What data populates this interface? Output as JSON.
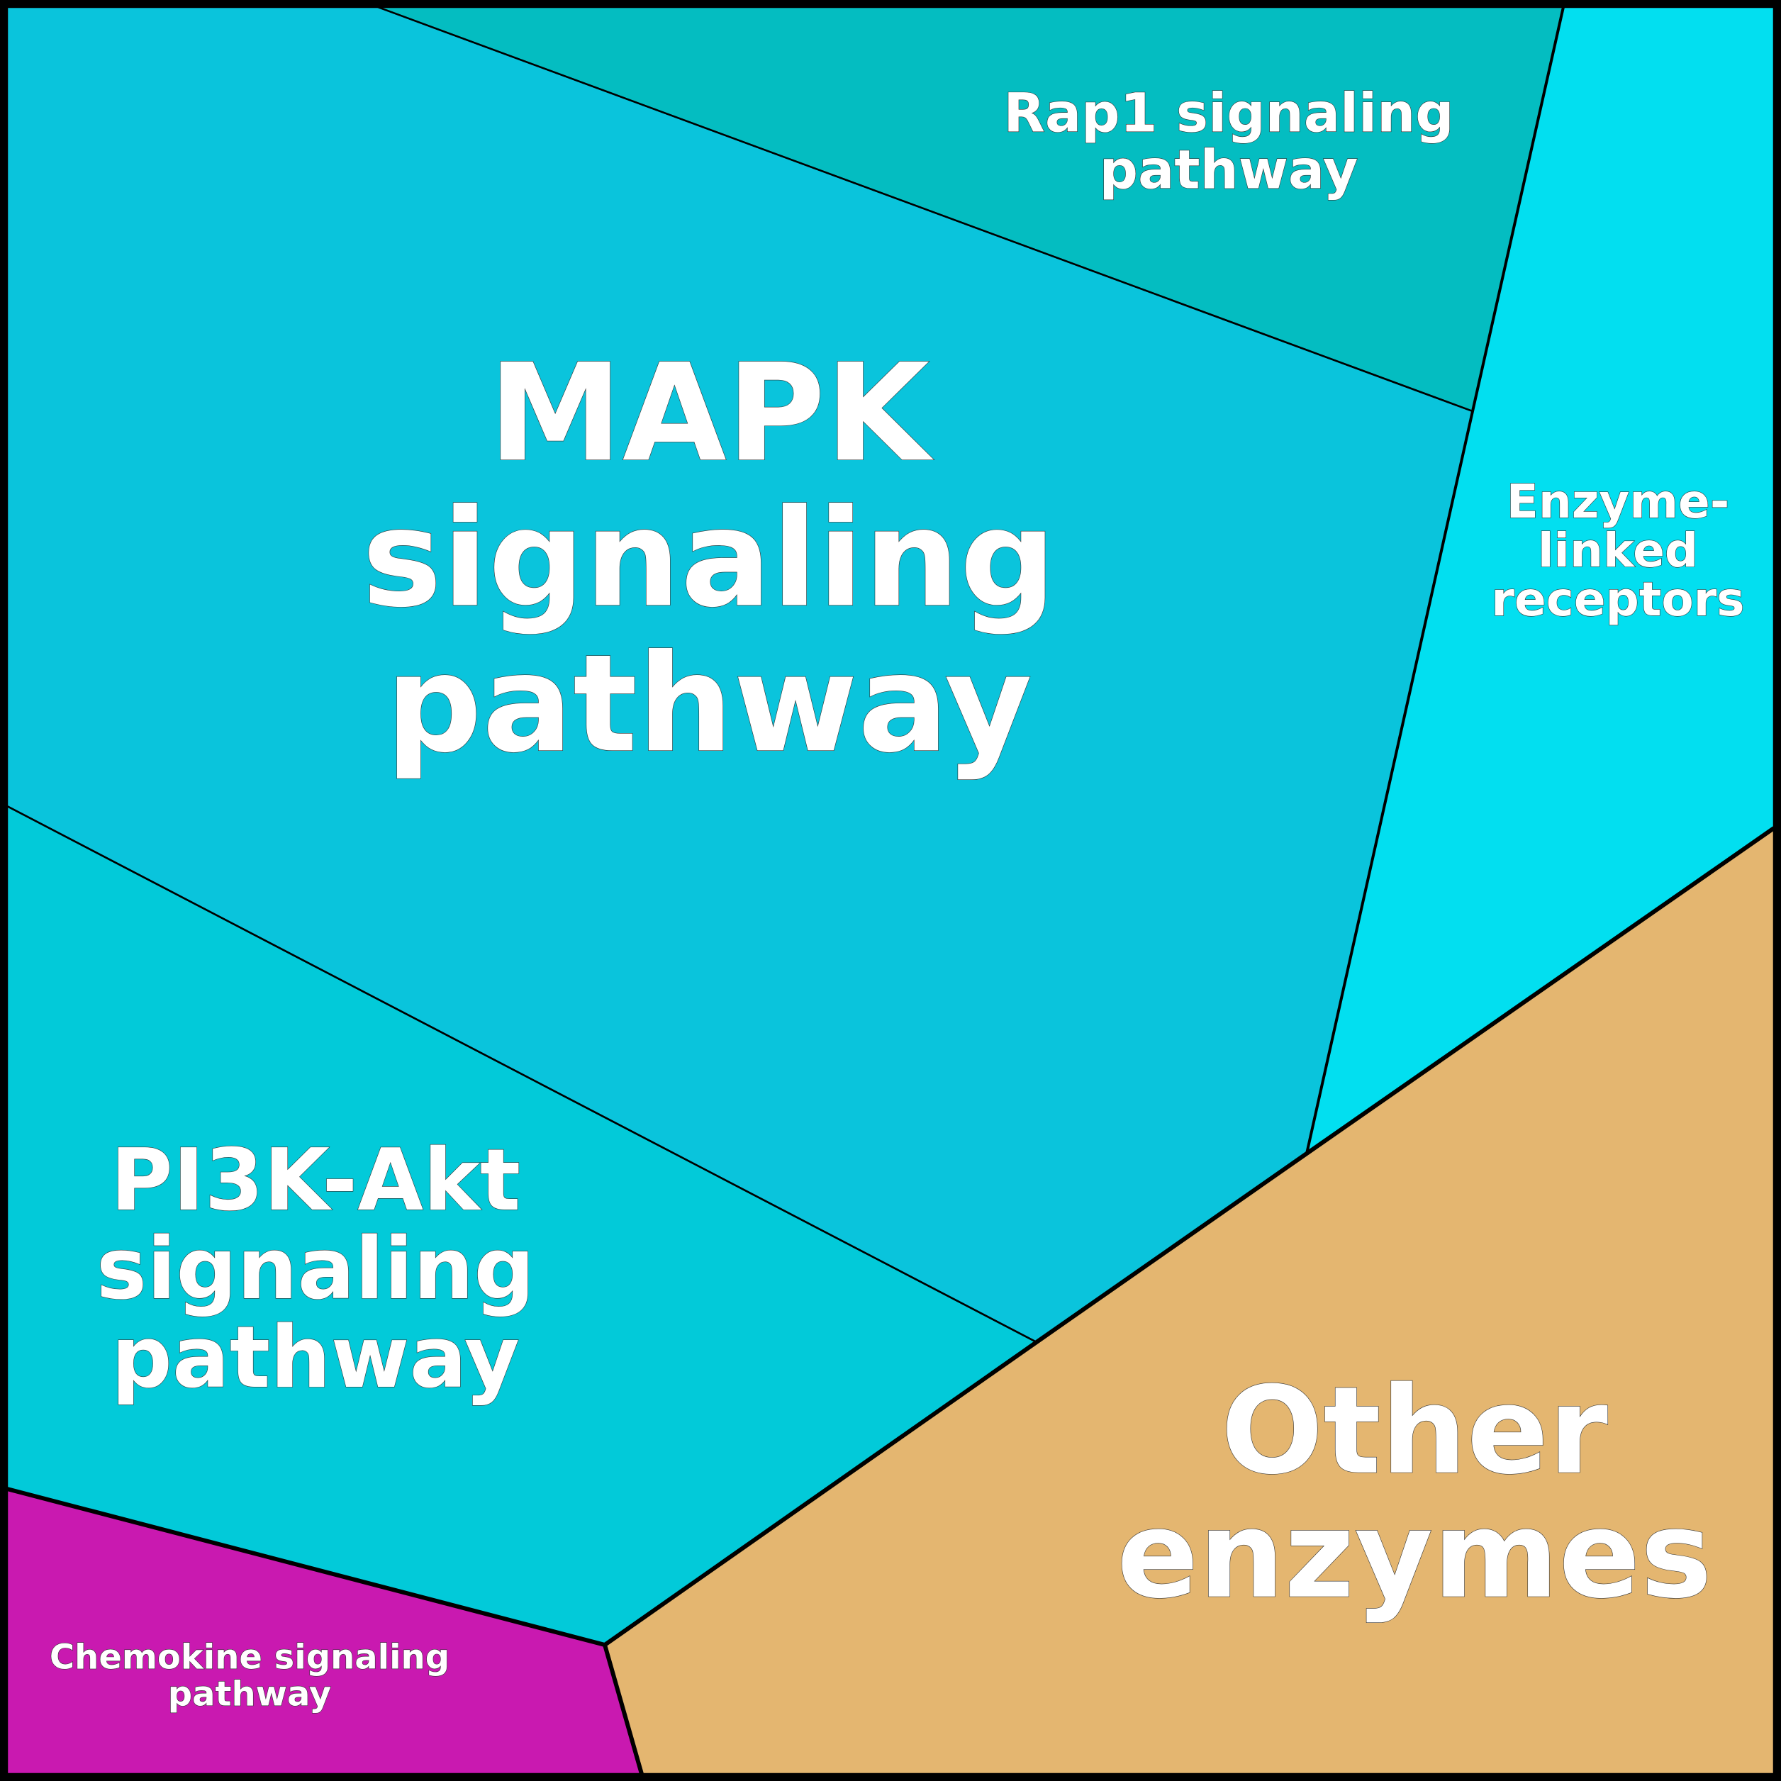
{
  "diagram": {
    "type": "voronoi-treemap",
    "cells": [
      {
        "id": "mapk",
        "label_lines": [
          "MAPK",
          "signaling",
          "pathway"
        ],
        "color": "#0AC4DC"
      },
      {
        "id": "rap1",
        "label_lines": [
          "Rap1 signaling",
          "pathway"
        ],
        "color": "#04BDC1"
      },
      {
        "id": "enzyme-linked",
        "label_lines": [
          "Enzyme-",
          "linked",
          "receptors"
        ],
        "color": "#02DFF0"
      },
      {
        "id": "pi3k-akt",
        "label_lines": [
          "PI3K-Akt",
          "signaling",
          "pathway"
        ],
        "color": "#02CAD9"
      },
      {
        "id": "chemokine",
        "label_lines": [
          "Chemokine signaling",
          "pathway"
        ],
        "color": "#C919B0"
      },
      {
        "id": "other-enzymes",
        "label_lines": [
          "Other",
          "enzymes"
        ],
        "color": "#E4B670"
      }
    ],
    "border_color": "#000000",
    "label_color": "#FFFFFF"
  }
}
